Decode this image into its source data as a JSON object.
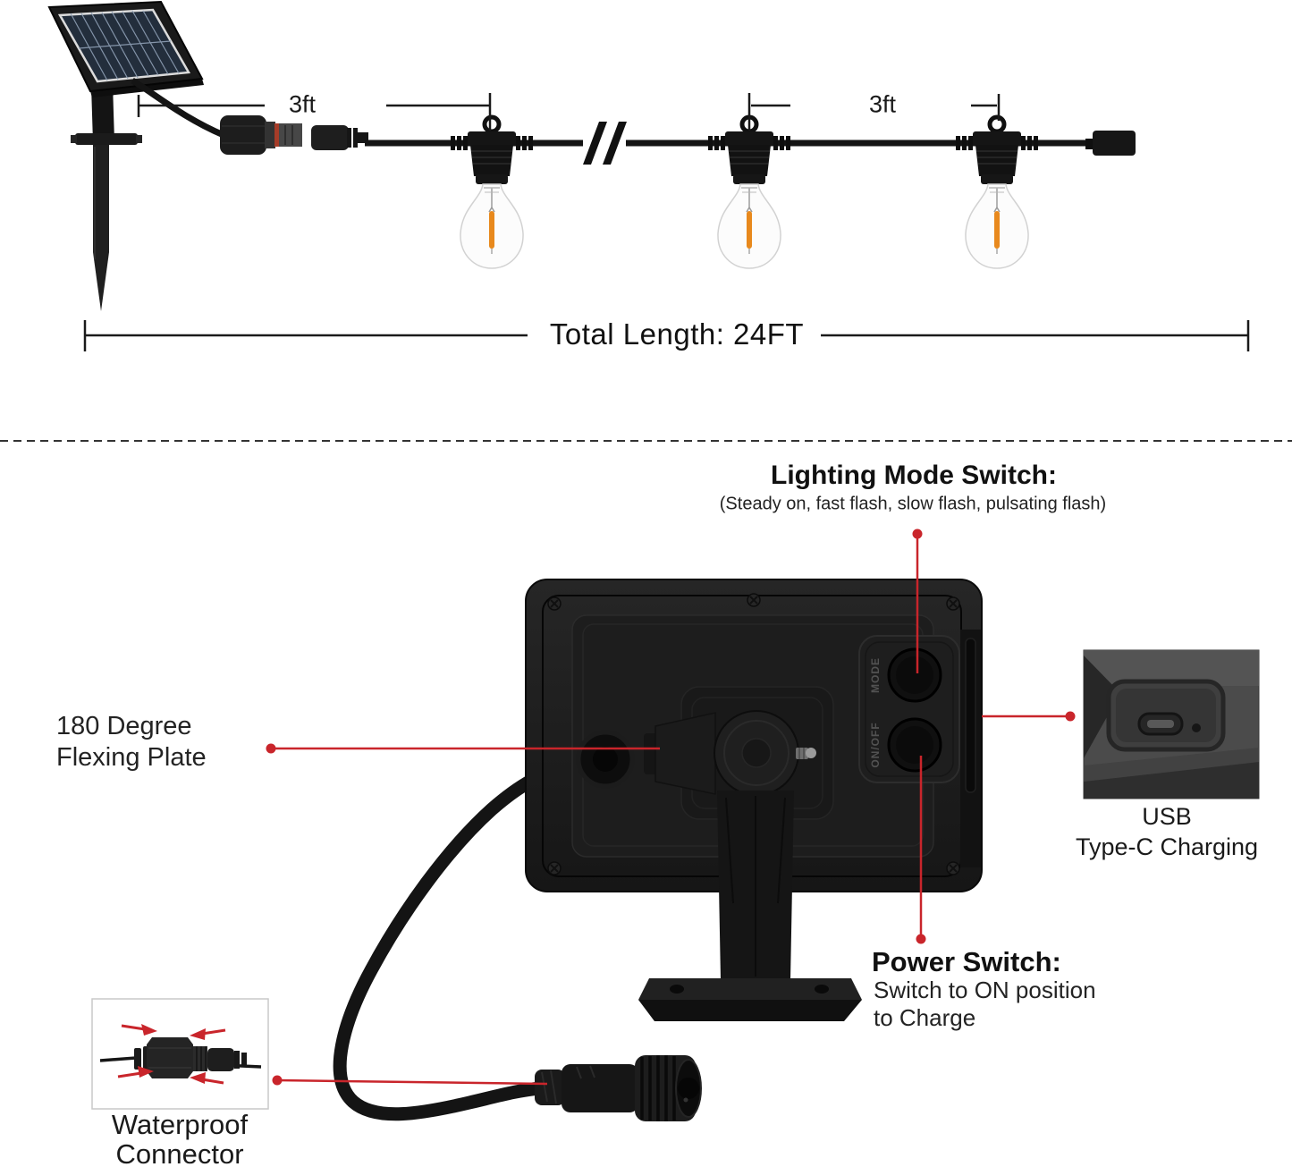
{
  "top_diagram": {
    "segment1_label": "3ft",
    "segment2_label": "3ft",
    "total_length_label": "Total Length: 24FT"
  },
  "annotations": {
    "lighting_mode_title": "Lighting Mode Switch:",
    "lighting_mode_subtitle": "(Steady on, fast flash, slow flash, pulsating flash)",
    "flexing_plate_line1": "180 Degree",
    "flexing_plate_line2": "Flexing Plate",
    "usb_line1": "USB",
    "usb_line2": "Type-C Charging",
    "power_switch_title": "Power Switch:",
    "power_switch_line1": "Switch to ON position",
    "power_switch_line2": "to Charge",
    "waterproof_line1": "Waterproof",
    "waterproof_line2": "Connector"
  },
  "device_labels": {
    "mode_button": "MODE",
    "power_button": "ON/OFF"
  },
  "colors": {
    "annotation_red": "#c9252b",
    "filament_orange": "#e8891d",
    "solar_cell_blue": "#232e3c"
  }
}
